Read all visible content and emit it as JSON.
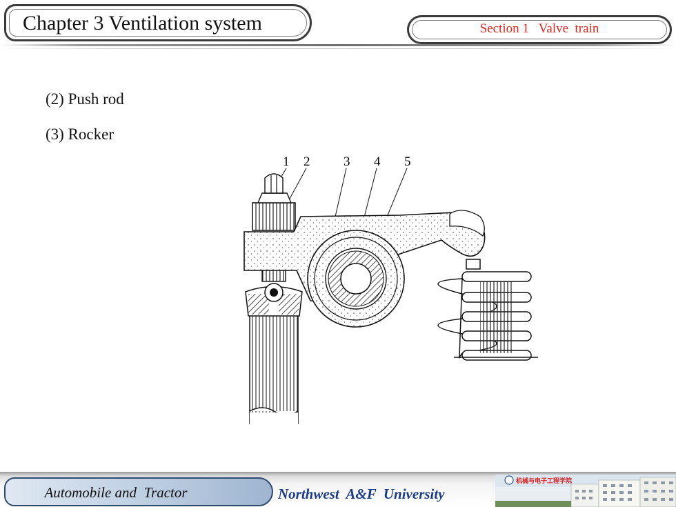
{
  "header": {
    "chapter_title": "Chapter 3 Ventilation system",
    "section_title": "Section 1   Valve  train"
  },
  "content": {
    "bullets": [
      {
        "number": "(2)",
        "text": "Push rod"
      },
      {
        "number": "(3)",
        "text": "Rocker"
      }
    ]
  },
  "figure": {
    "part_labels": [
      "1",
      "2",
      "3",
      "4",
      "5"
    ]
  },
  "footer": {
    "course": "Automobile and  Tractor",
    "university": "Northwest  A&F  University",
    "logo_text": "机械与电子工程学院"
  },
  "colors": {
    "section_title": "#e0271e",
    "university": "#1a3a8a",
    "course_box": "#b9cbe0"
  }
}
